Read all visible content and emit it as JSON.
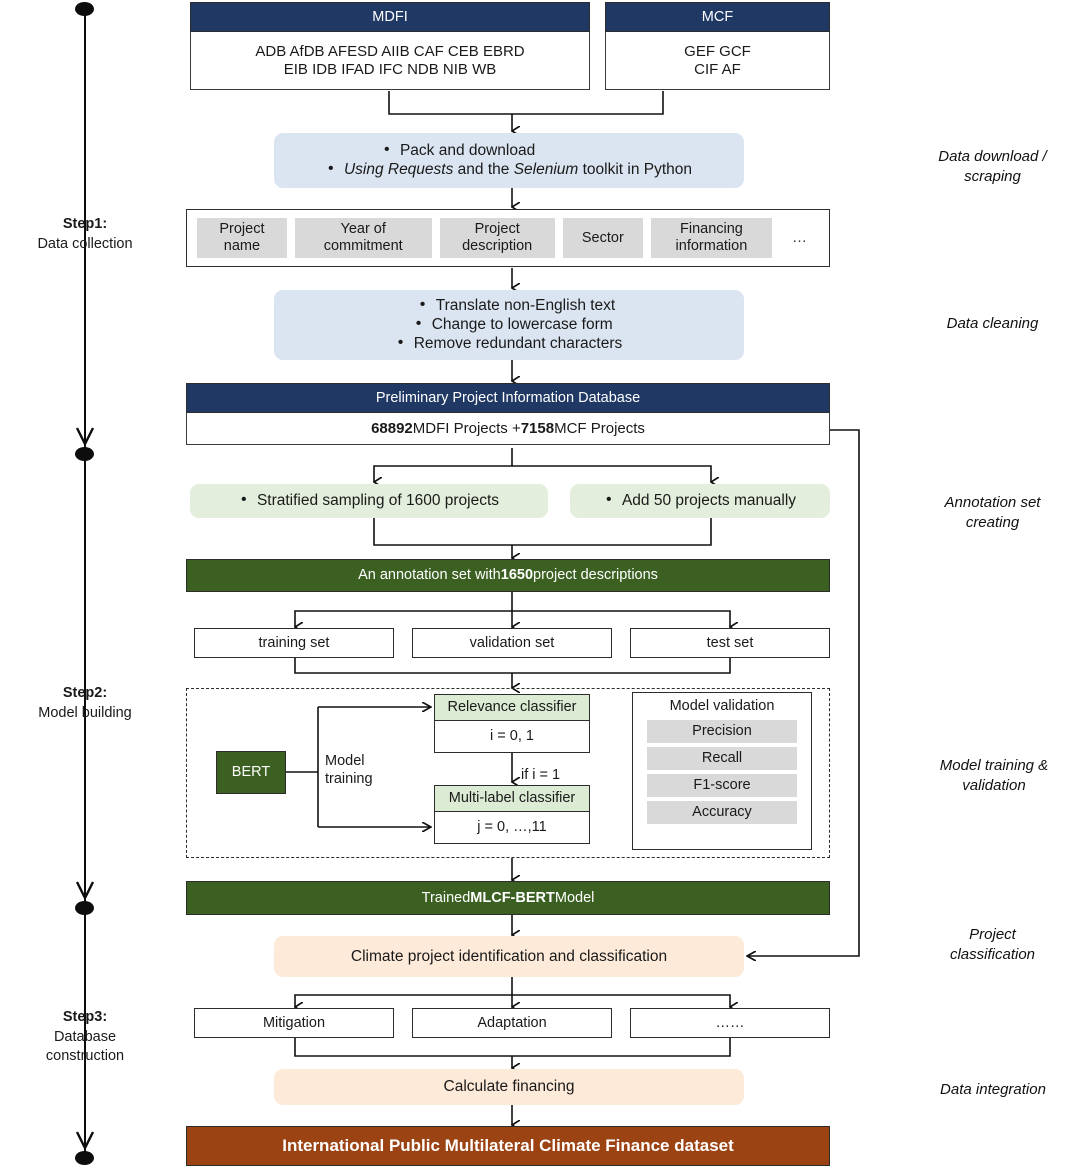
{
  "timeline": {
    "steps": [
      {
        "title": "Step1:",
        "subtitle": "Data collection"
      },
      {
        "title": "Step2:",
        "subtitle": "Model building"
      },
      {
        "title": "Step3:",
        "subtitle": "Database",
        "subtitle2": "construction"
      }
    ]
  },
  "phases": [
    {
      "line1": "Data download /",
      "line2": "scraping"
    },
    {
      "line1": "Data cleaning",
      "line2": ""
    },
    {
      "line1": "Annotation set",
      "line2": "creating"
    },
    {
      "line1": "Model training &",
      "line2": "validation"
    },
    {
      "line1": "Project",
      "line2": "classification"
    },
    {
      "line1": "Data integration",
      "line2": ""
    }
  ],
  "sources": {
    "mdfi": {
      "header": "MDFI",
      "line1": "ADB AfDB AFESD AIIB CAF CEB EBRD",
      "line2": "EIB IDB IFAD IFC NDB NIB WB"
    },
    "mcf": {
      "header": "MCF",
      "line1": "GEF GCF",
      "line2": "CIF AF"
    }
  },
  "download_step": {
    "bullet1": "Pack and download",
    "bullet2_pre": "Using Requests",
    "bullet2_mid": " and the ",
    "bullet2_em2": "Selenium",
    "bullet2_post": " toolkit in Python"
  },
  "fields": [
    {
      "line1": "Project",
      "line2": "name"
    },
    {
      "line1": "Year of",
      "line2": "commitment"
    },
    {
      "line1": "Project",
      "line2": "description"
    },
    {
      "line1": "Sector",
      "line2": ""
    },
    {
      "line1": "Financing",
      "line2": "information"
    },
    {
      "line1": "…",
      "line2": ""
    }
  ],
  "cleaning_step": {
    "bullet1": "Translate non-English text",
    "bullet2": "Change to lowercase form",
    "bullet3": "Remove redundant characters"
  },
  "preliminary_db": {
    "header": "Preliminary Project Information Database",
    "count_mdfi": "68892",
    "label_mdfi": " MDFI Projects + ",
    "count_mcf": "7158",
    "label_mcf": " MCF Projects"
  },
  "sampling": {
    "left": "Stratified sampling of 1600 projects",
    "right": "Add 50 projects manually"
  },
  "annotation_set": {
    "pre": "An annotation set with ",
    "count": "1650",
    "post": " project descriptions"
  },
  "splits": [
    "training set",
    "validation set",
    "test set"
  ],
  "model_block": {
    "bert": "BERT",
    "training_line1": "Model",
    "training_line2": "training",
    "relevance_head": "Relevance classifier",
    "relevance_body": "i = 0, 1",
    "condition": "if i = 1",
    "multilabel_head": "Multi-label classifier",
    "multilabel_body": "j = 0, …,11",
    "validation_title": "Model validation",
    "validation_metrics": [
      "Precision",
      "Recall",
      "F1-score",
      "Accuracy"
    ]
  },
  "trained_model": {
    "pre": "Trained ",
    "name": "MLCF-BERT",
    "post": " Model"
  },
  "classification_step": "Climate project identification and classification",
  "categories": [
    "Mitigation",
    "Adaptation",
    "……"
  ],
  "financing_step": "Calculate financing",
  "final_dataset": "International Public Multilateral Climate Finance dataset",
  "colors": {
    "navy": "#1f3864",
    "dark_green": "#3b6021",
    "brown": "#9c4314",
    "light_blue": "#dbe5f1",
    "light_green": "#e3efdc",
    "light_peach": "#fdead9",
    "grey_chip": "#d9d9d9"
  }
}
